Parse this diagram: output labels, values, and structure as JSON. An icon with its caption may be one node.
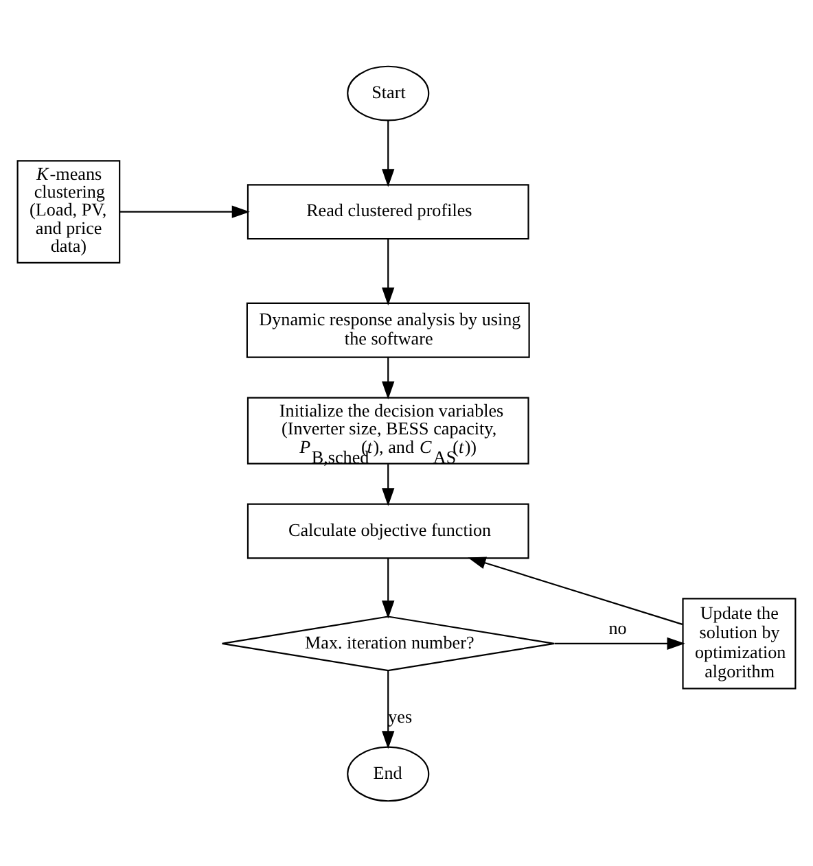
{
  "diagram": {
    "nodes": [
      {
        "text": [
          "Start"
        ]
      },
      {
        "text": [
          "*K*-means clustering (Load, PV, and price data)"
        ]
      },
      {
        "text": [
          "Read clustered profiles"
        ]
      },
      {
        "text": [
          "Dynamic response analysis by using the software"
        ]
      },
      {
        "text": [
          "Initialize the decision variables (Inverter size, BESS capacity, *P*$_{B,sched}$(*t*), and *C*$_{AS}$(*t*))"
        ]
      },
      {
        "text": [
          "Calculate objective function"
        ]
      },
      {
        "text": [
          "Max. iteration number?"
        ]
      },
      {
        "text": [
          "Update the solution by optimization algorithm"
        ]
      },
      {
        "text": [
          "End"
        ]
      }
    ],
    "edges": [
      {
        "from": 0,
        "to": 2,
        "arrow": "to"
      },
      {
        "from": 1,
        "to": 2,
        "arrow": "to"
      },
      {
        "from": 2,
        "to": 3,
        "arrow": "to"
      },
      {
        "from": 3,
        "to": 4,
        "arrow": "to"
      },
      {
        "from": 4,
        "to": 5,
        "arrow": "to"
      },
      {
        "from": 5,
        "to": 6,
        "arrow": "to"
      },
      {
        "from": 6,
        "to": 7,
        "label": "no",
        "arrow": "to"
      },
      {
        "from": 7,
        "to": 5,
        "arrow": "to"
      },
      {
        "from": 6,
        "to": 8,
        "label": "yes",
        "arrow": "to"
      }
    ]
  }
}
